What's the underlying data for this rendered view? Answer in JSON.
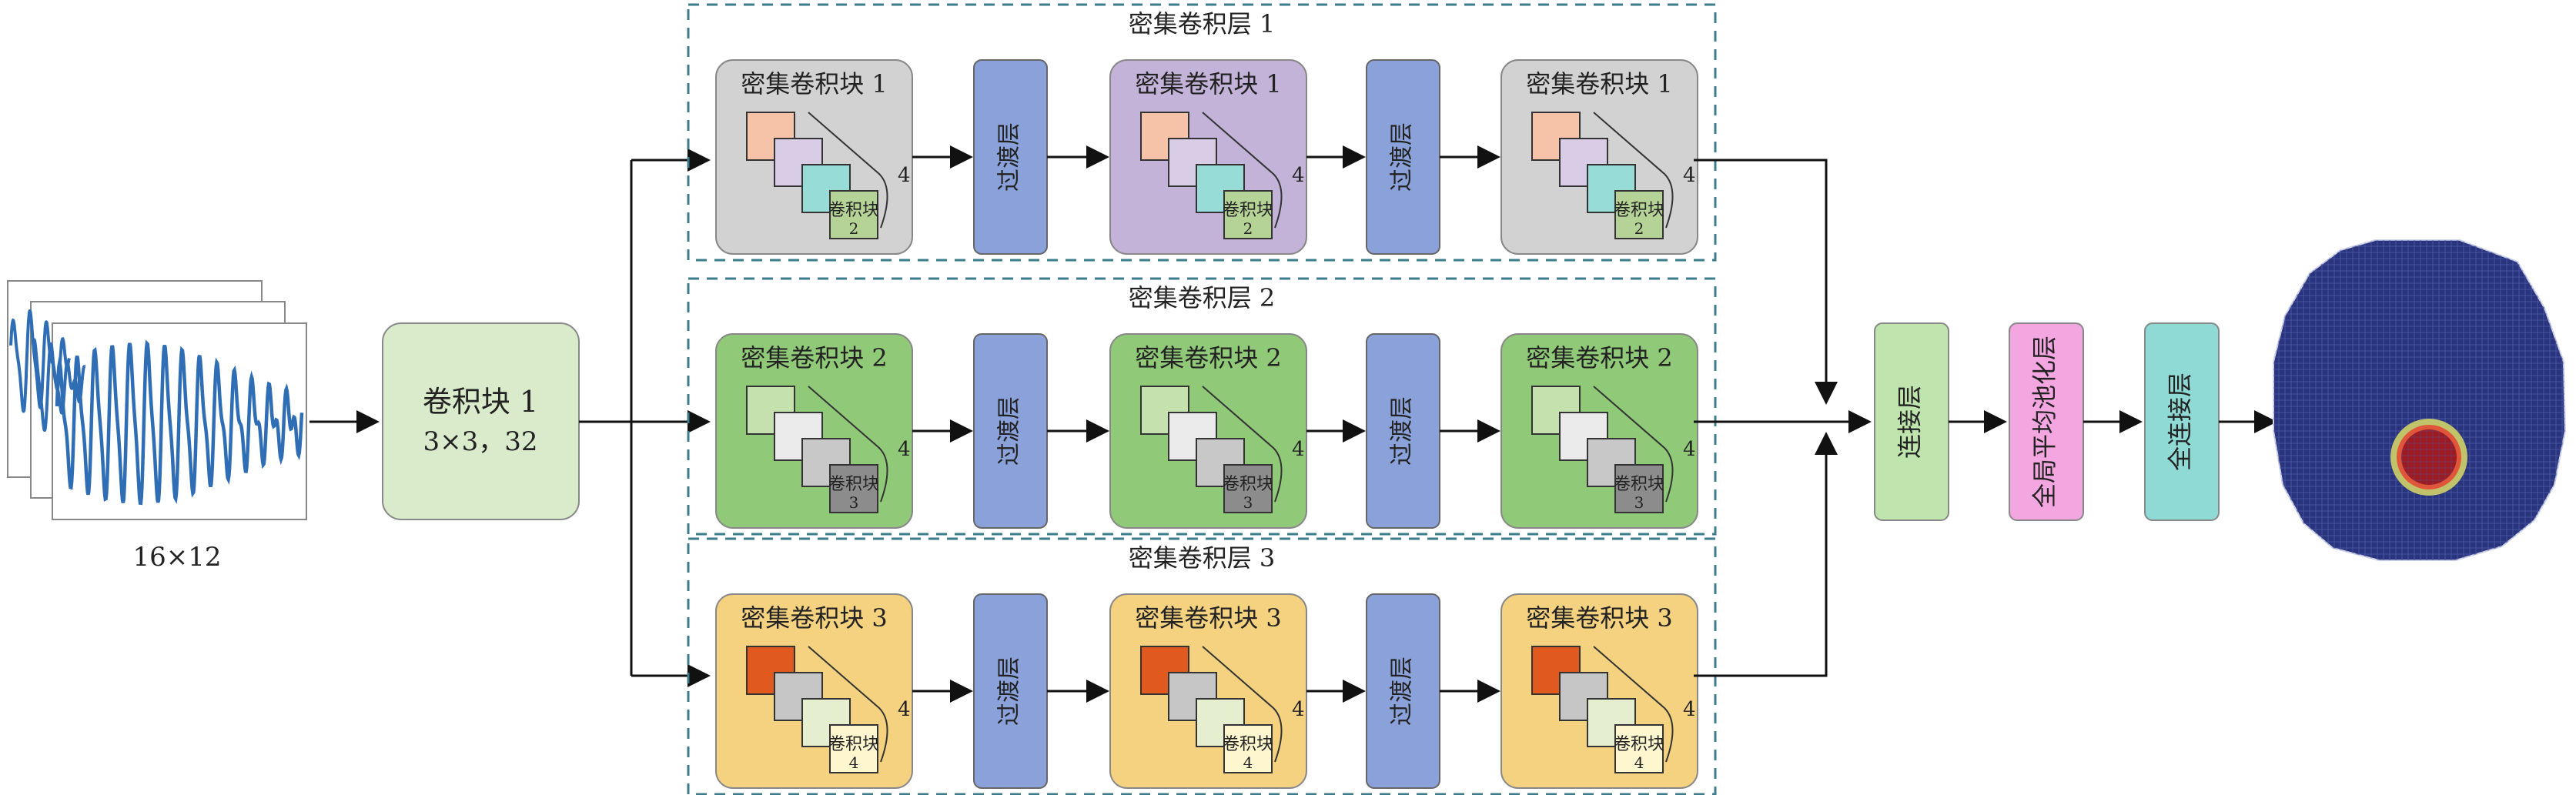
{
  "input": {
    "size_label": "16×12"
  },
  "first_block": {
    "title": "卷积块 1",
    "params": "3×3，32"
  },
  "layers": [
    {
      "title": "密集卷积层 1",
      "block_label": "密集卷积块 1",
      "repeat": "4",
      "inner_block_line1": "卷积块",
      "inner_block_line2": "2",
      "transition_label": "过渡层",
      "colors": {
        "block_bg": "#d2d2d2",
        "block_bg_mid": "#c4b3d8",
        "sq1": "#f6c3a9",
        "sq2": "#d9cce6",
        "sq3": "#98dcd8",
        "sq4": "#b6d397"
      }
    },
    {
      "title": "密集卷积层 2",
      "block_label": "密集卷积块 2",
      "repeat": "4",
      "inner_block_line1": "卷积块",
      "inner_block_line2": "3",
      "transition_label": "过渡层",
      "colors": {
        "block_bg": "#90c978",
        "block_bg_mid": "#90c978",
        "sq1": "#c5e1ad",
        "sq2": "#ebebeb",
        "sq3": "#c8c8c8",
        "sq4": "#8c8c8c"
      }
    },
    {
      "title": "密集卷积层 3",
      "block_label": "密集卷积块 3",
      "repeat": "4",
      "inner_block_line1": "卷积块",
      "inner_block_line2": "4",
      "transition_label": "过渡层",
      "colors": {
        "block_bg": "#f5d27f",
        "block_bg_mid": "#f5d27f",
        "sq1": "#e05a1f",
        "sq2": "#c6c6c6",
        "sq3": "#e5efcf",
        "sq4": "#fdf6cf"
      }
    }
  ],
  "right_blocks": {
    "concat": "连接层",
    "gap": "全局平均池化层",
    "fc": "全连接层"
  },
  "colors": {
    "first_block": "#d9ebcb",
    "transition": "#8aa2d9",
    "concat": "#bfe4ad",
    "gap": "#f3a6df",
    "fc": "#8fdad5",
    "dash": "#3c7c8c",
    "waveform": "#2f6db5",
    "recon_bg": "#2a347c",
    "recon_inclusion": "#9c1a22"
  }
}
